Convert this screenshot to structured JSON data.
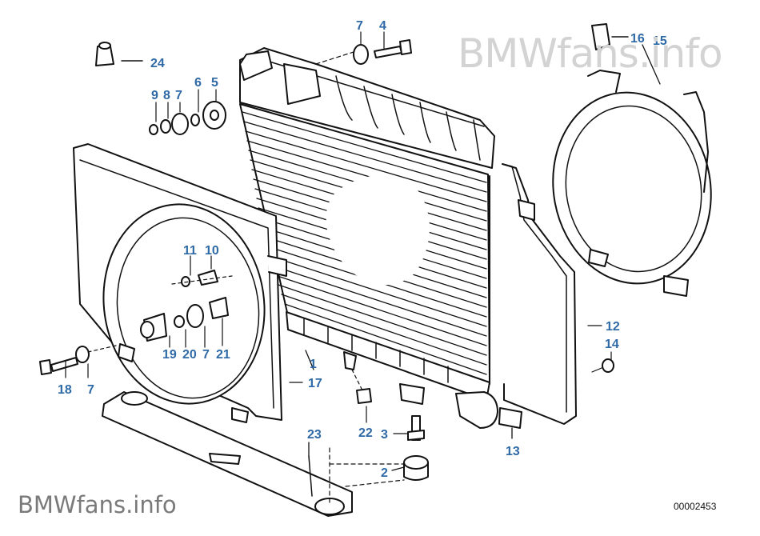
{
  "watermark": {
    "brand": "BMWfans",
    "suffix": ".info"
  },
  "document_id": "00002453",
  "callouts": [
    "1",
    "2",
    "3",
    "4",
    "5",
    "6",
    "7",
    "7",
    "7",
    "7",
    "8",
    "9",
    "10",
    "11",
    "12",
    "13",
    "14",
    "15",
    "16",
    "17",
    "18",
    "19",
    "20",
    "21",
    "22",
    "23",
    "24"
  ],
  "colors": {
    "callout": "#2f6aa7",
    "line": "#111111",
    "watermark_top": "#d3d3d3",
    "watermark_bottom": "#7a7a7a"
  }
}
